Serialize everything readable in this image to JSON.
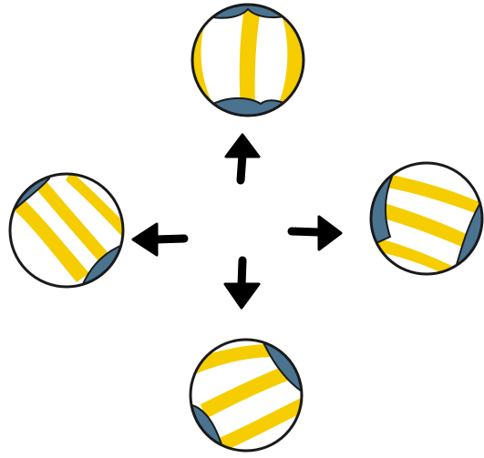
{
  "colors": {
    "background": "#ffffff",
    "ball_white": "#ffffff",
    "stripe_yellow": "#f5cd00",
    "patch_blue": "#4a7390",
    "outline": "#1a1a1a",
    "arrow": "#000000"
  },
  "diagram": {
    "center_label": "",
    "balls": [
      {
        "name": "ball-up",
        "direction": "up"
      },
      {
        "name": "ball-left",
        "direction": "left"
      },
      {
        "name": "ball-right",
        "direction": "right"
      },
      {
        "name": "ball-down",
        "direction": "down"
      }
    ],
    "arrows": [
      {
        "name": "arrow-up-icon",
        "direction": "up"
      },
      {
        "name": "arrow-left-icon",
        "direction": "left"
      },
      {
        "name": "arrow-right-icon",
        "direction": "right"
      },
      {
        "name": "arrow-down-icon",
        "direction": "down"
      }
    ]
  }
}
